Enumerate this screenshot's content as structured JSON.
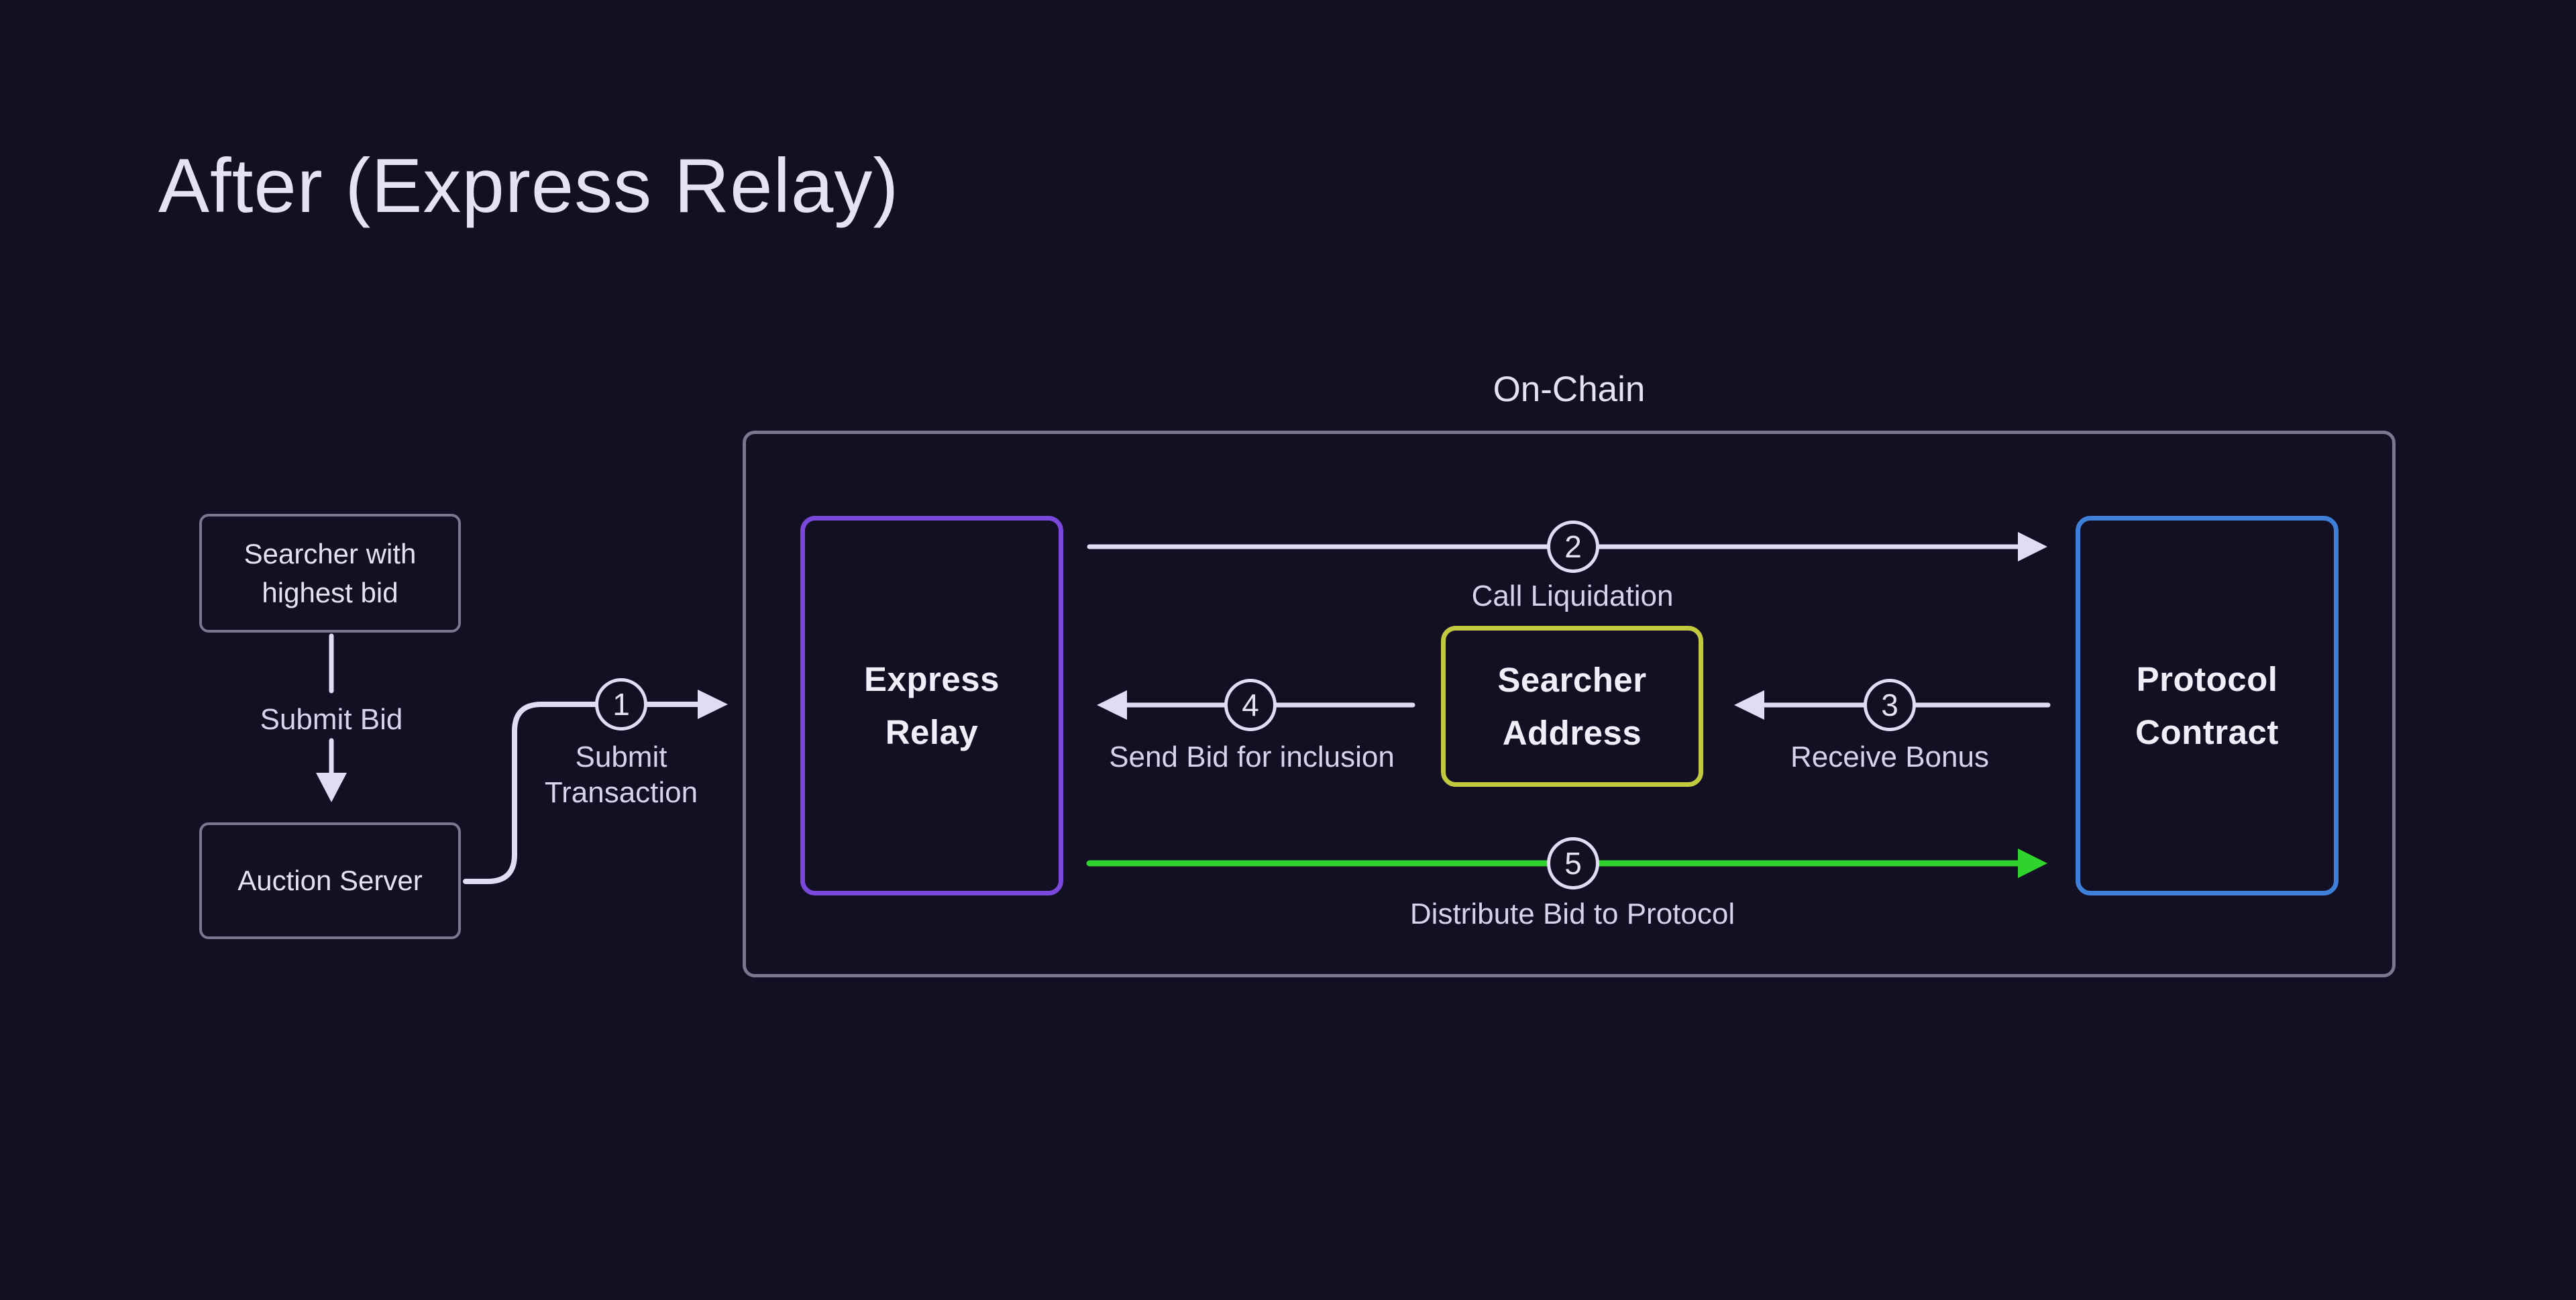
{
  "page": {
    "title": "After (Express Relay)"
  },
  "colors": {
    "background": "#131023",
    "line": "#E2DBF4",
    "text-primary": "#E7E1F5",
    "text-secondary": "#D9D2ED",
    "gray-border": "#7B7790",
    "purple": "#7A49DB",
    "yellow": "#C2C93E",
    "blue": "#3E7FD9",
    "green": "#30D32E"
  },
  "offchain": {
    "searcher_box": {
      "line1": "Searcher with",
      "line2": "highest bid"
    },
    "submit_bid_label": "Submit Bid",
    "auction_server_box": {
      "label": "Auction Server"
    }
  },
  "onchain": {
    "label": "On-Chain",
    "express_relay": {
      "line1": "Express",
      "line2": "Relay"
    },
    "searcher_address": {
      "line1": "Searcher",
      "line2": "Address"
    },
    "protocol_contract": {
      "line1": "Protocol",
      "line2": "Contract"
    }
  },
  "steps": [
    {
      "num": "1",
      "label_line1": "Submit",
      "label_line2": "Transaction"
    },
    {
      "num": "2",
      "label": "Call Liquidation"
    },
    {
      "num": "3",
      "label": "Receive Bonus"
    },
    {
      "num": "4",
      "label": "Send Bid for inclusion"
    },
    {
      "num": "5",
      "label": "Distribute Bid to Protocol"
    }
  ]
}
